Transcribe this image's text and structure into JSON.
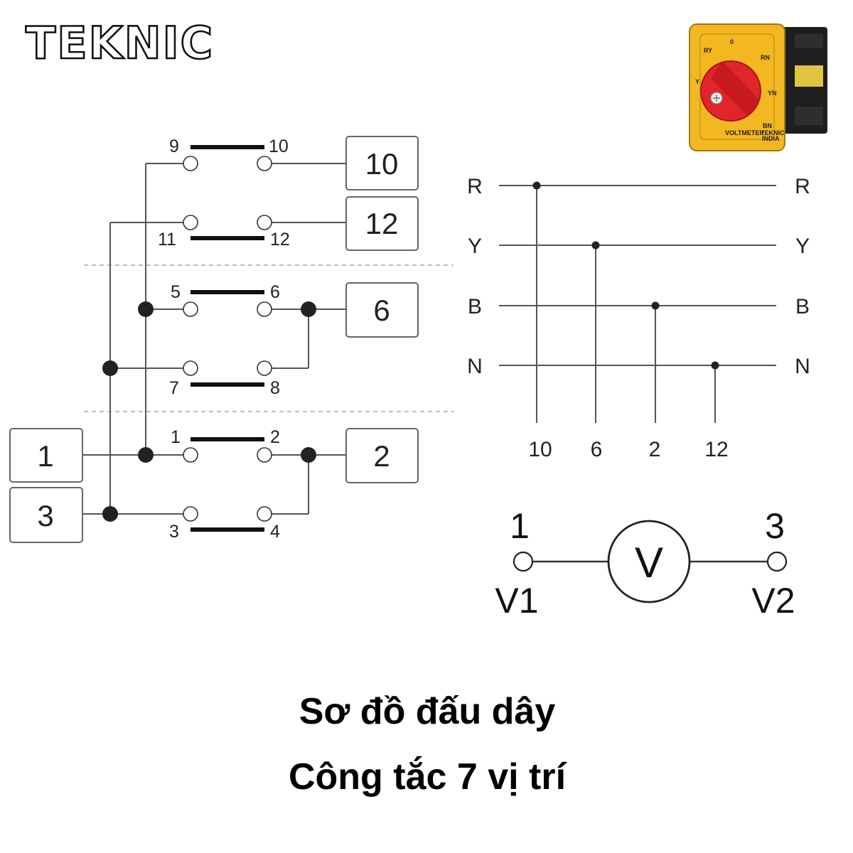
{
  "brand": {
    "logo_text": "TEKNIC"
  },
  "product_photo": {
    "dial_labels": {
      "off": "0",
      "ry": "RY",
      "rn": "RN",
      "y": "Y",
      "yn": "YN",
      "bn": "BN"
    },
    "plate_text": "VOLTMETER",
    "maker_text": "TEKNIC",
    "origin_text": "INDIA",
    "colors": {
      "plate": "#f2b721",
      "knob": "#e0262a",
      "body": "#1e1e1e"
    }
  },
  "switch_diagram": {
    "contacts": [
      {
        "left": "9",
        "right": "10"
      },
      {
        "left": "11",
        "right": "12"
      },
      {
        "left": "5",
        "right": "6"
      },
      {
        "left": "7",
        "right": "8"
      },
      {
        "left": "1",
        "right": "2"
      },
      {
        "left": "3",
        "right": "4"
      }
    ],
    "output_boxes": [
      "10",
      "12",
      "6",
      "2"
    ],
    "input_boxes": [
      "1",
      "3"
    ]
  },
  "bus_diagram": {
    "buses": [
      "R",
      "Y",
      "B",
      "N"
    ],
    "taps": [
      "10",
      "6",
      "2",
      "12"
    ]
  },
  "voltmeter": {
    "left_terminal": "1",
    "right_terminal": "3",
    "left_label": "V1",
    "right_label": "V2",
    "meter_symbol": "V"
  },
  "caption": {
    "line1": "Sơ đồ đấu dây",
    "line2": "Công tắc 7 vị trí"
  }
}
